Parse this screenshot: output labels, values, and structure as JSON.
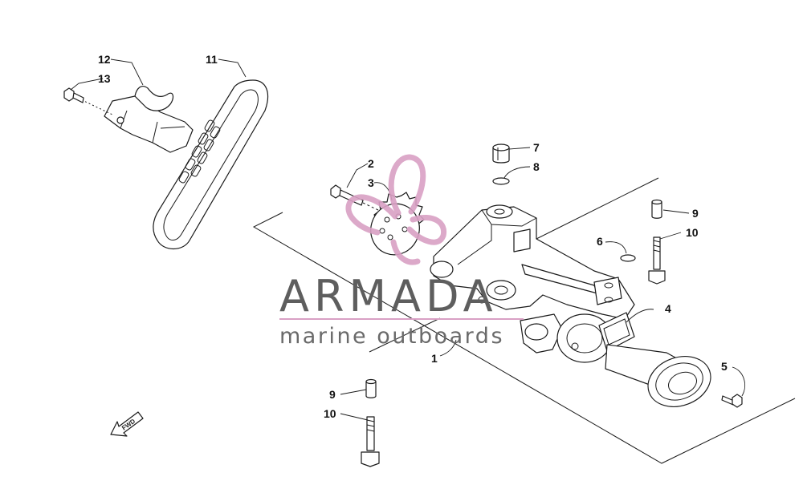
{
  "brand": {
    "name": "ARMADA",
    "tagline": "marine outboards",
    "logo_color": "#d9a0c4",
    "text_color": "#5e5e5e"
  },
  "direction_label": "FWD",
  "callouts": [
    "1",
    "2",
    "3",
    "4",
    "5",
    "6",
    "7",
    "8",
    "9",
    "10",
    "9",
    "10",
    "11",
    "12",
    "13"
  ]
}
